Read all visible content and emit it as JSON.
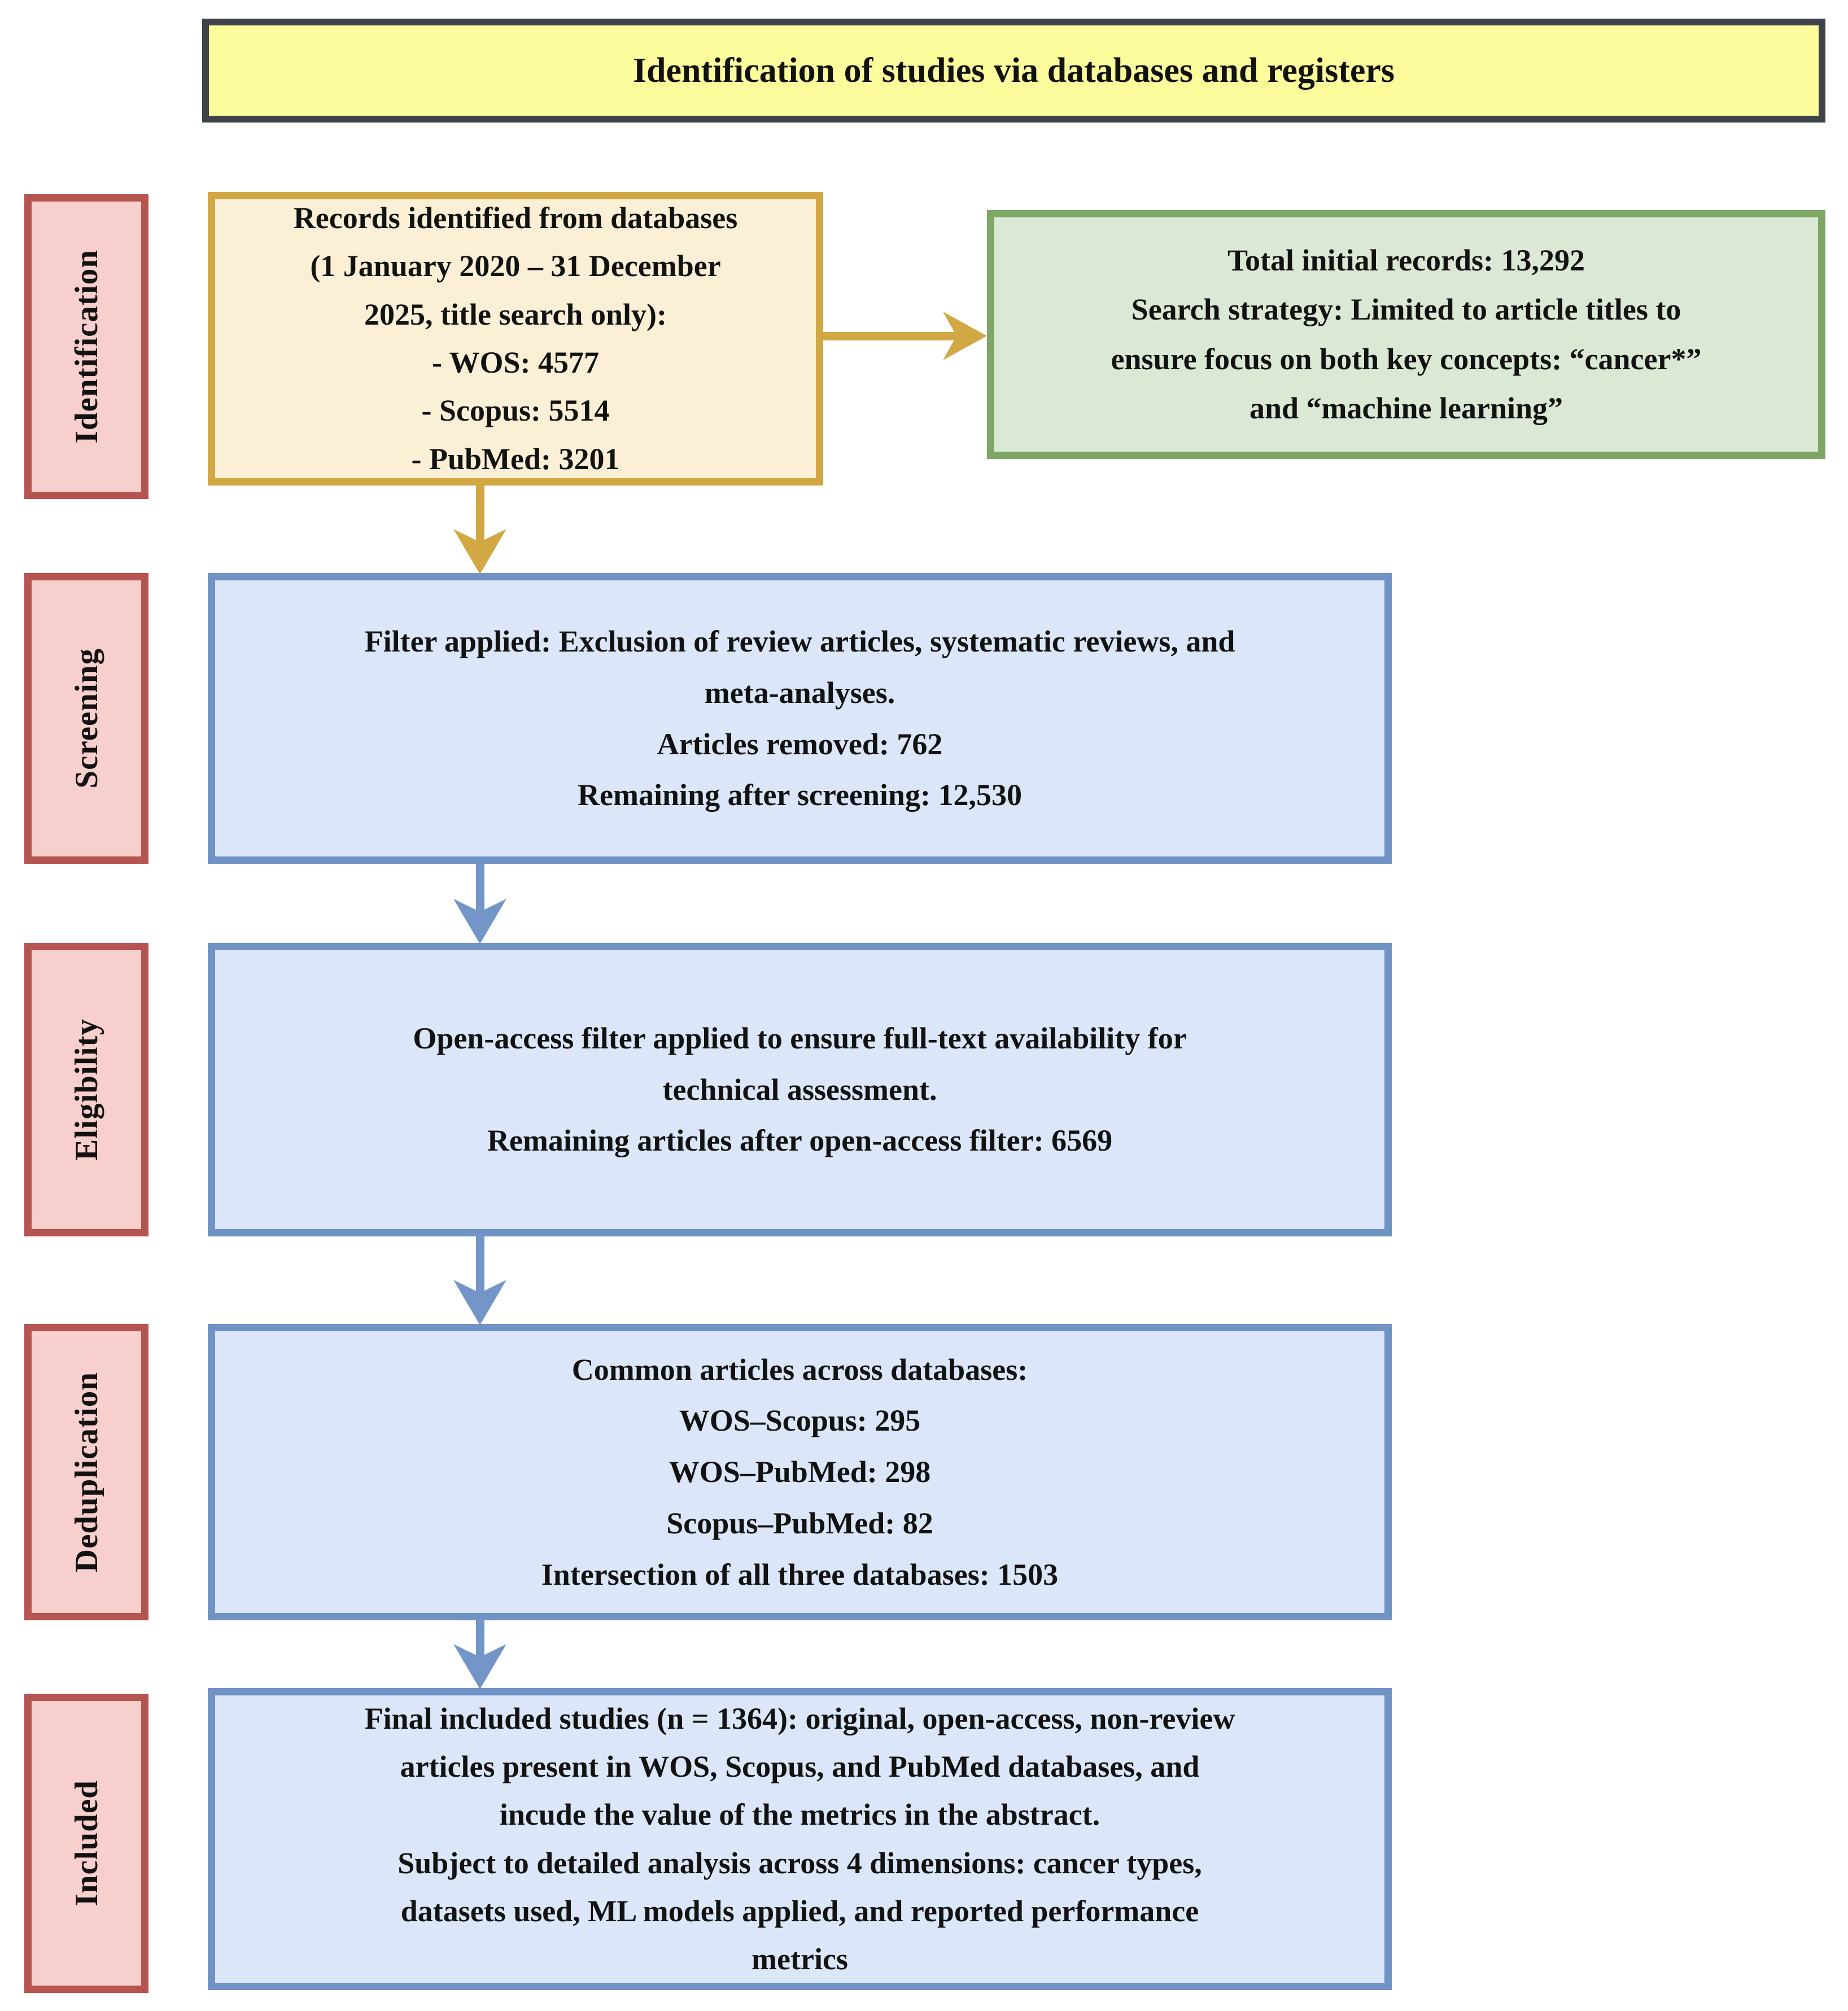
{
  "title": "Identification of studies via databases and registers",
  "colors": {
    "title_fill": "#FDFC9C",
    "title_border": "#3E424B",
    "records_fill": "#FBF0D5",
    "records_border": "#D2A844",
    "summary_fill": "#DAE8D4",
    "summary_border": "#7EA765",
    "blue_fill": "#DBE7F8",
    "blue_border": "#7092C4",
    "stage_fill": "#F7CFCC",
    "stage_border": "#B55450",
    "arrow_gold": "#D2A844",
    "arrow_blue": "#7495C7",
    "text": "#121212"
  },
  "sidebar": {
    "stages": [
      {
        "label": "Identification"
      },
      {
        "label": "Screening"
      },
      {
        "label": "Eligibility"
      },
      {
        "label": "Deduplication"
      },
      {
        "label": "Included"
      }
    ]
  },
  "flow": {
    "records_box": {
      "text": "Records identified from databases\n(1 January 2020 – 31 December\n2025, title search only):\n- WOS: 4577\n- Scopus: 5514\n- PubMed: 3201",
      "wos": 4577,
      "scopus": 5514,
      "pubmed": 3201
    },
    "summary_box": {
      "text": "Total initial records: 13,292\nSearch strategy: Limited to article titles to\nensure focus on both key concepts: “cancer*”\nand “machine learning”",
      "total_initial_records": "13,292"
    },
    "screening_box": {
      "text": "Filter applied: Exclusion of review articles, systematic reviews, and\nmeta-analyses.\nArticles removed: 762\nRemaining after screening: 12,530",
      "articles_removed": 762,
      "remaining_after_screening": "12,530"
    },
    "eligibility_box": {
      "text": "Open-access filter applied to ensure full-text availability for\ntechnical assessment.\nRemaining articles after open-access filter: 6569",
      "remaining_after_open_access": 6569
    },
    "deduplication_box": {
      "text": "Common articles across databases:\nWOS–Scopus: 295\nWOS–PubMed: 298\nScopus–PubMed: 82\nIntersection of all three databases: 1503",
      "wos_scopus": 295,
      "wos_pubmed": 298,
      "scopus_pubmed": 82,
      "intersection_all_three": 1503
    },
    "included_box": {
      "text": "Final included studies (n = 1364): original, open-access, non-review\narticles present in WOS, Scopus, and PubMed databases, and\nincude the value of the metrics in the abstract.\nSubject to detailed analysis across 4 dimensions: cancer types,\ndatasets used, ML models applied, and reported performance\nmetrics",
      "final_included": 1364
    }
  }
}
